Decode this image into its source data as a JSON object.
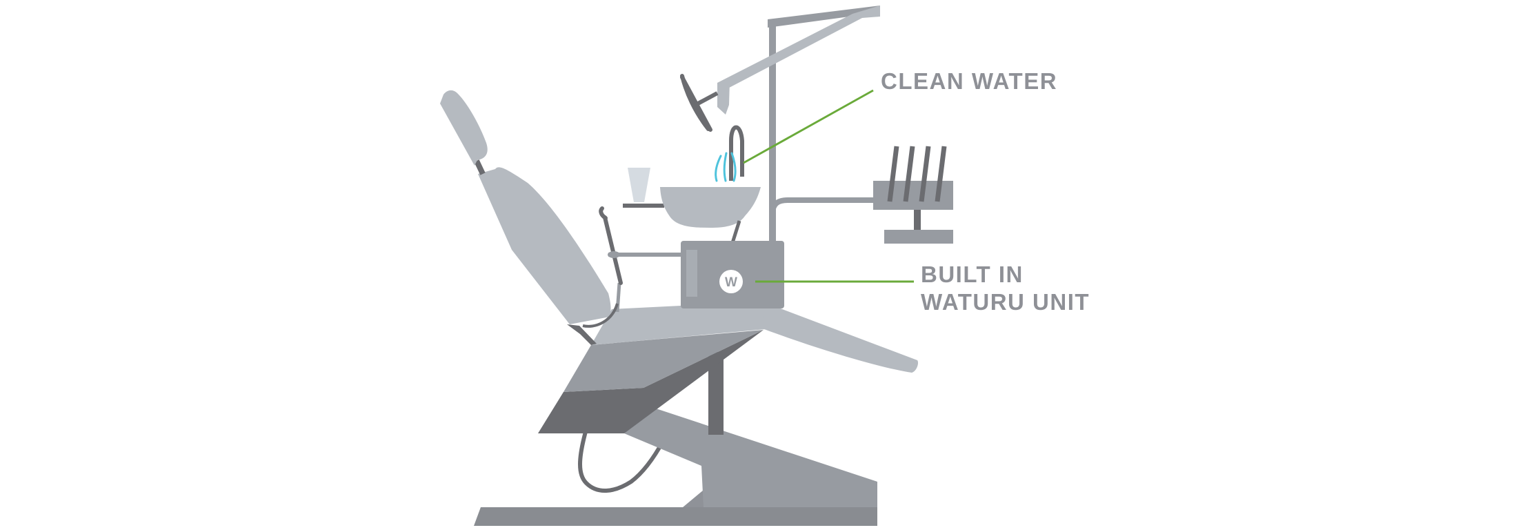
{
  "callouts": {
    "clean_water": "CLEAN WATER",
    "built_in_line1": "BUILT IN",
    "built_in_line2": "WATURU UNIT"
  },
  "unit_badge": {
    "letter": "W"
  },
  "colors": {
    "light_gray": "#b5bac0",
    "mid_gray": "#979ba1",
    "dark_gray": "#6b6c70",
    "base_gray": "#898c91",
    "callout_line": "#6aaa3a",
    "label_text": "#8e9096",
    "water_blue": "#4ec3dc",
    "cup": "#d5dbe1"
  },
  "icons": {
    "badge": "w-badge-icon",
    "water": "water-splash-icon"
  }
}
